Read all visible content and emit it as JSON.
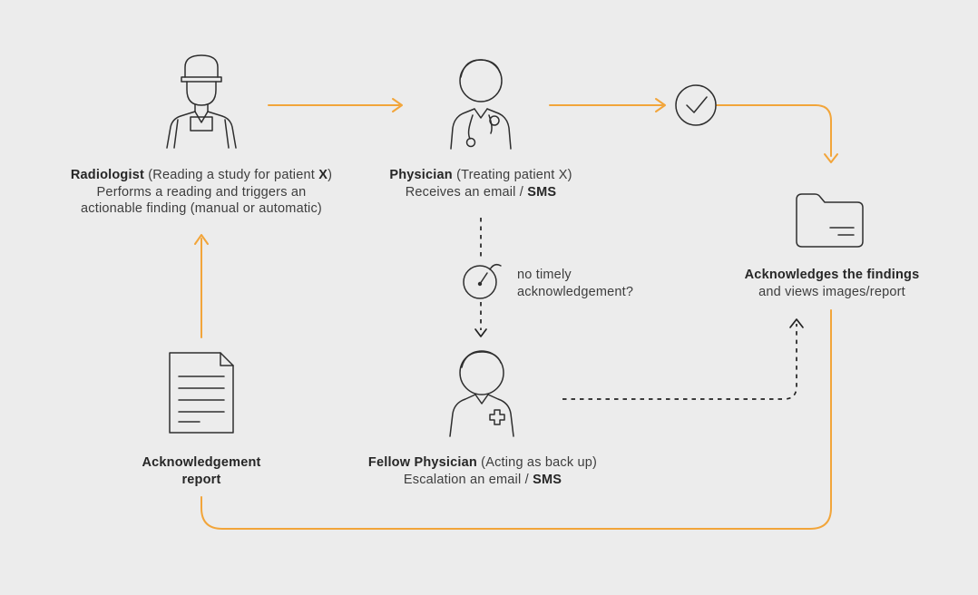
{
  "palette": {
    "background": "#ececec",
    "accent_orange": "#f2a53a",
    "line_ink": "#2e2e2e",
    "text": "#3d3d3d"
  },
  "radiologist": {
    "name": "Radiologist",
    "desc_pre": " (Reading a study for patient ",
    "desc_bold": "X",
    "desc_post": ")",
    "line2": "Performs a reading and triggers an",
    "line3": "actionable finding (manual or automatic)"
  },
  "physician": {
    "name": "Physician",
    "desc": " (Treating patient X)",
    "line2_pre": "Receives an email / ",
    "line2_bold": "SMS"
  },
  "timer": {
    "line1": "no timely",
    "line2": "acknowledgement?"
  },
  "fellow": {
    "name": "Fellow Physician",
    "desc": " (Acting as back up)",
    "line2_pre": "Escalation an email / ",
    "line2_bold": "SMS"
  },
  "acknowledge": {
    "line1": "Acknowledges the findings",
    "line2": "and views images/report"
  },
  "report": {
    "line1": "Acknowledgement",
    "line2": "report"
  }
}
